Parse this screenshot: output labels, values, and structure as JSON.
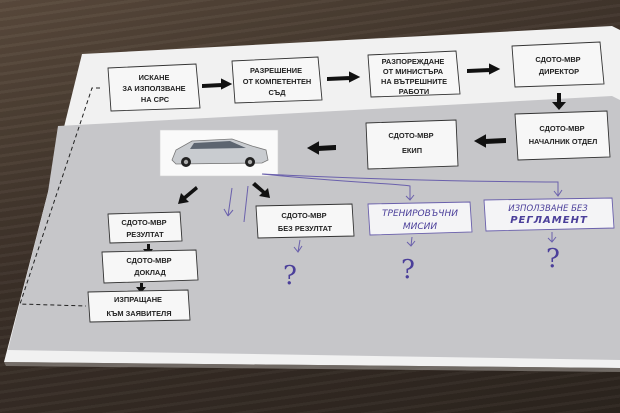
{
  "flowchart": {
    "row1": [
      [
        "ИСКАНЕ",
        "ЗА ИЗПОЛЗВАНЕ",
        "НА СРС"
      ],
      [
        "РАЗРЕШЕНИЕ",
        "ОТ КОМПЕТЕНТЕН",
        "СЪД"
      ],
      [
        "РАЗПОРЕЖДАНЕ",
        "ОТ МИНИСТЪРА",
        "НА ВЪТРЕШНИТЕ",
        "РАБОТИ"
      ],
      [
        "СДОТО-МВР",
        "ДИРЕКТОР"
      ]
    ],
    "row2": [
      [
        "СДОТО-МВР",
        "НАЧАЛНИК ОТДЕЛ"
      ],
      [
        "СДОТО-МВР",
        "ЕКИП"
      ]
    ],
    "left_column": [
      [
        "СДОТО-МВР",
        "РЕЗУЛТАТ"
      ],
      [
        "СДОТО-МВР",
        "ДОКЛАД"
      ],
      [
        "ИЗПРАЩАНЕ",
        "КЪМ ЗАЯВИТЕЛЯ"
      ]
    ],
    "no_result": [
      "СДОТО-МВР",
      "БЕЗ РЕЗУЛТАТ"
    ],
    "handwritten": {
      "training": [
        "ТРЕНИРОВЪЧНИ",
        "МИСИИ"
      ],
      "usage": [
        "ИЗПОЛЗВАНЕ БЕЗ",
        "РЕГЛАМЕНТ"
      ],
      "question_mark": "?"
    }
  },
  "colors": {
    "paper": "#eeeeee",
    "shaded_area": "#c8c8ca",
    "ink": "#4b3f9a",
    "arrow": "#111111"
  },
  "objects": [
    "car-photo"
  ]
}
